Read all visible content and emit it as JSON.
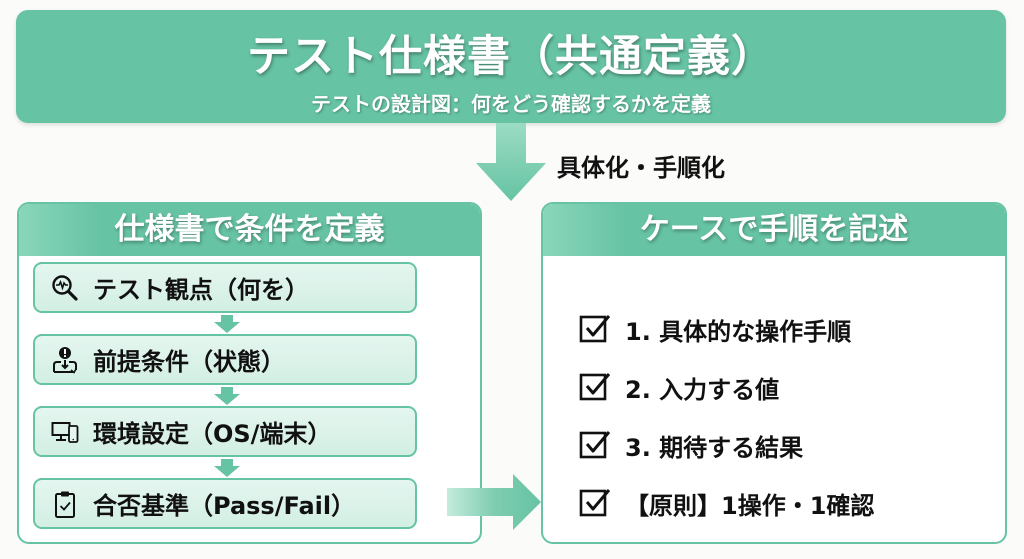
{
  "banner": {
    "title": "テスト仕様書（共通定義）",
    "subtitle": "テストの設計図：何をどう確認するかを定義"
  },
  "flow": {
    "down_label": "具体化・手順化"
  },
  "left_panel": {
    "heading": "仕様書で条件を定義",
    "steps": [
      {
        "icon": "search-pulse-icon",
        "label": "テスト観点（何を）"
      },
      {
        "icon": "user-alert-icon",
        "label": "前提条件（状態）"
      },
      {
        "icon": "desktop-mobile-icon",
        "label": "環境設定（OS/端末）"
      },
      {
        "icon": "clipboard-check-icon",
        "label": "合否基準（Pass/Fail）"
      }
    ]
  },
  "right_panel": {
    "heading": "ケースで手順を記述",
    "items": [
      {
        "icon": "checkbox-icon",
        "label": "1. 具体的な操作手順"
      },
      {
        "icon": "checkbox-icon",
        "label": "2. 入力する値"
      },
      {
        "icon": "checkbox-icon",
        "label": "3. 期待する結果"
      },
      {
        "icon": "checkbox-icon",
        "label": "【原則】1操作・1確認"
      }
    ]
  },
  "colors": {
    "accent": "#66c3a3",
    "step_fill": "#d9f1e7",
    "background": "#fbfbf9",
    "text": "#111111"
  }
}
